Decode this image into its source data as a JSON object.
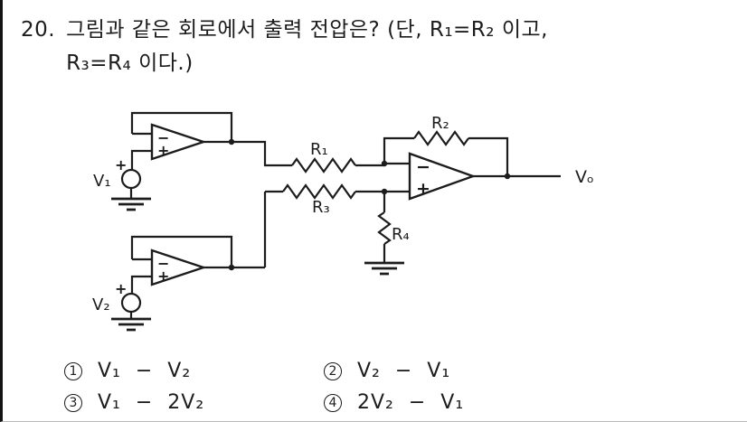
{
  "question": {
    "number": "20.",
    "line1": "그림과 같은 회로에서 출력 전압은? (단, R₁=R₂ 이고,",
    "line2": "R₃=R₄ 이다.)"
  },
  "circuit": {
    "labels": {
      "v1": "V₁",
      "v2": "V₂",
      "vo": "Vₒ",
      "r1": "R₁",
      "r2": "R₂",
      "r3": "R₃",
      "r4": "R₄"
    },
    "symbols": {
      "plus": "+",
      "minus": "−"
    }
  },
  "choices": [
    {
      "num": "1",
      "formula": "V₁ − V₂"
    },
    {
      "num": "2",
      "formula": "V₂ − V₁"
    },
    {
      "num": "3",
      "formula": "V₁ − 2V₂"
    },
    {
      "num": "4",
      "formula": "2V₂ − V₁"
    }
  ]
}
